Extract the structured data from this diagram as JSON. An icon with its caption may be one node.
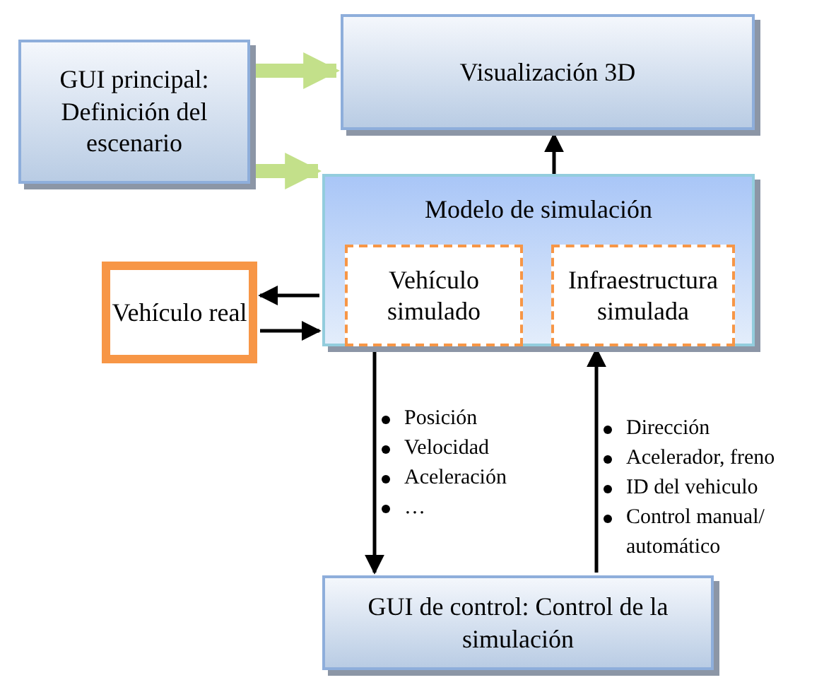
{
  "diagram": {
    "nodes": [
      {
        "text": [
          "GUI principal: Definición del escenario"
        ]
      },
      {
        "text": [
          "Visualización 3D"
        ]
      },
      {
        "text": [
          "Modelo de simulación"
        ]
      },
      {
        "text": [
          "Vehículo simulado"
        ],
        "in": 2
      },
      {
        "text": [
          "Infraestructura simulada"
        ],
        "in": 2
      },
      {
        "text": [
          "Vehículo real"
        ]
      },
      {
        "text": [
          "GUI de control: Control de la simulación"
        ]
      }
    ],
    "edges": [
      {
        "from": 0,
        "to": 1,
        "arrow": "to",
        "style": "thick",
        "color": "#c3e08a"
      },
      {
        "from": 0,
        "to": 2,
        "arrow": "to",
        "style": "thick",
        "color": "#c3e08a"
      },
      {
        "from": 2,
        "to": 1,
        "arrow": "to"
      },
      {
        "from": 2,
        "to": 5,
        "arrow": "to"
      },
      {
        "from": 5,
        "to": 2,
        "arrow": "to"
      },
      {
        "from": 2,
        "to": 6,
        "arrow": "to"
      },
      {
        "from": 6,
        "to": 2,
        "arrow": "to"
      }
    ],
    "labels": [
      "Posición",
      "Velocidad",
      "Aceleración",
      "…",
      "Dirección",
      "Acelerador, freno",
      "ID del vehiculo",
      "Control manual/ automático"
    ]
  }
}
